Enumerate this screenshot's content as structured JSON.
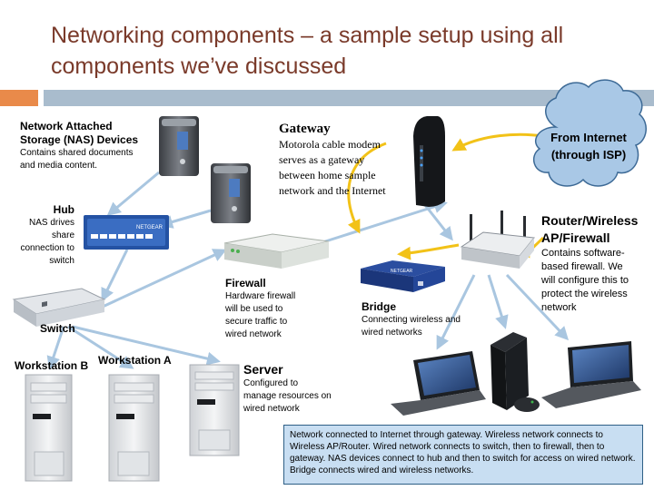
{
  "slide": {
    "title_line1": "Networking components – a sample setup using all",
    "title_line2": "components we’ve discussed"
  },
  "colors": {
    "accent_bar": "#e98a4a",
    "header_bar": "#a9bccd",
    "cloud_fill": "#a9c8e6",
    "wired_arrow": "#a9c6e0",
    "internet_arrow": "#f2c218",
    "summary_box": "#c8def2"
  },
  "labels": {
    "nas": {
      "title_line1": "Network Attached",
      "title_line2": "Storage (NAS) Devices",
      "desc_line1": "Contains shared documents",
      "desc_line2": "and media content."
    },
    "hub": {
      "title": "Hub",
      "desc_line1": "NAS drives",
      "desc_line2": "share",
      "desc_line3": "connection to",
      "desc_line4": "switch"
    },
    "switch": {
      "title": "Switch"
    },
    "workstation_b": {
      "title": "Workstation B"
    },
    "workstation_a": {
      "title": "Workstation  A"
    },
    "server": {
      "title": "Server",
      "desc_line1": "Configured to",
      "desc_line2": "manage resources on",
      "desc_line3": "wired network"
    },
    "firewall": {
      "title": "Firewall",
      "desc_line1": "Hardware firewall",
      "desc_line2": "will be used to",
      "desc_line3": "secure traffic to",
      "desc_line4": "wired network"
    },
    "gateway": {
      "title": "Gateway",
      "desc_line1": "Motorola cable modem",
      "desc_line2": "serves as a gateway",
      "desc_line3": "between home sample",
      "desc_line4": "network and the Internet"
    },
    "bridge": {
      "title": "Bridge",
      "desc_line1": "Connecting wireless and",
      "desc_line2": "wired networks"
    },
    "router": {
      "title_line1": "Router/Wireless",
      "title_line2": "AP/Firewall",
      "desc_line1": "Contains software-",
      "desc_line2": "based firewall. We",
      "desc_line3": "will configure this to",
      "desc_line4": "protect the wireless",
      "desc_line5": "network"
    },
    "internet": {
      "line1": "From Internet",
      "line2": "(through ISP)"
    }
  },
  "device_text": {
    "hub_brand": "NETGEAR",
    "bridge_brand": "NETGEAR"
  },
  "icons": [
    "nas-drive-icon",
    "hub-icon",
    "switch-icon",
    "firewall-appliance-icon",
    "cable-modem-icon",
    "wireless-router-icon",
    "bridge-device-icon",
    "laptop-icon",
    "game-console-icon",
    "desktop-tower-icon",
    "cloud-icon"
  ],
  "summary": {
    "text": "Network connected to Internet through gateway. Wireless network connects to Wireless AP/Router. Wired network connects to switch, then to firewall, then to gateway. NAS devices connect to hub and then to switch for access on wired network.  Bridge connects wired and wireless networks."
  }
}
